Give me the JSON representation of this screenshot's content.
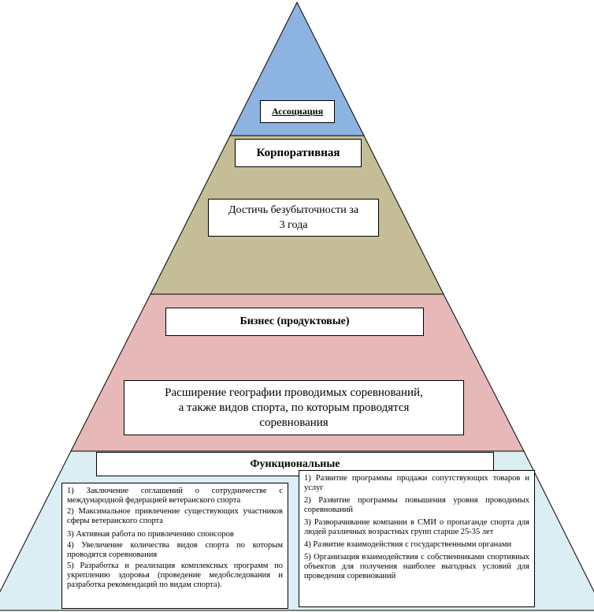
{
  "colors": {
    "association": "#8db3e2",
    "corporate": "#c4bd97",
    "business": "#e6b9b8",
    "functional": "#daeef3",
    "outline": "#000000"
  },
  "association": {
    "label": "Ассоциация"
  },
  "corporate": {
    "label": "Корпоративная",
    "goal_line1": "Достичь безубыточности за",
    "goal_line2": "3 года"
  },
  "business": {
    "label": "Бизнес (продуктовые)",
    "goal_line1": "Расширение географии проводимых соревнований,",
    "goal_line2": "а также видов спорта, по которым проводятся",
    "goal_line3": "соревнования"
  },
  "functional": {
    "label": "Функциональные",
    "left_items": [
      "1) Заключение соглашений о сотрудничестве с международной федерацией ветеранского спорта",
      "2) Максимальное привлечение существующих участников сферы ветеранского спорта",
      "3) Активная работа по привлечению спонсоров",
      "4) Увеличение количества видов спорта по которым проводятся соревнования",
      "5) Разработка и реализация комплексных программ по укреплению здоровья (проведение медобследования и разработка рекомендаций по видам спорта)."
    ],
    "right_items": [
      "1) Развитие программы продажи сопутствующих товаров и услуг",
      "2) Развитие программы повышения уровня проводимых соревнований",
      "3) Разворачивание компании в СМИ о пропаганде спорта для людей различных возрастных групп старше 25-35 лет",
      "4) Развитие взаимодействия с государственными органами",
      "5) Организация взаимодействия с собственниками спортивных объектов для получения наиболее выгодных условий для проведения соревнований"
    ]
  }
}
